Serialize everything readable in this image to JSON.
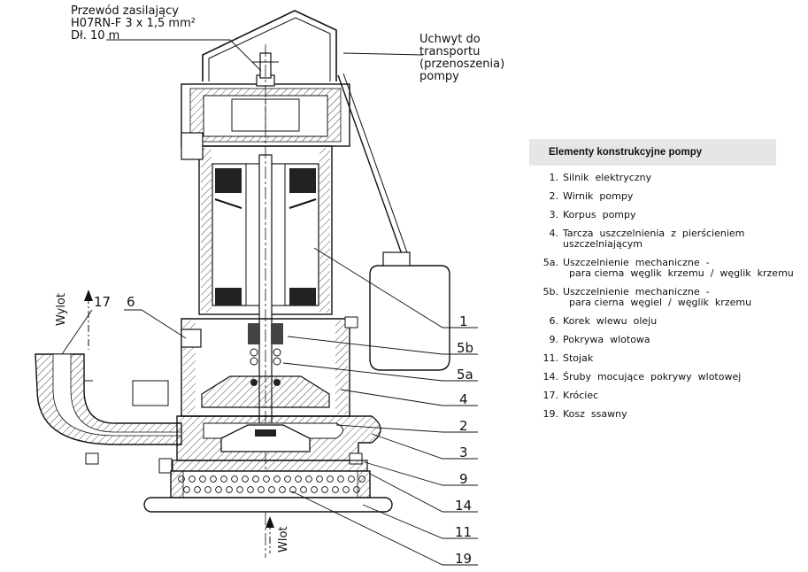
{
  "callouts": {
    "cable": "Przewód zasilający\nH07RN-F 3 x 1,5 mm²\nDł. 10 m",
    "handle": "Uchwyt do\ntransportu\n(przenoszenia)\npompy"
  },
  "flow": {
    "outlet": "Wylot",
    "inlet": "Wlot"
  },
  "part_numbers": {
    "p17": "17",
    "p6": "6",
    "p1": "1",
    "p5b": "5b",
    "p5a": "5a",
    "p4": "4",
    "p2": "2",
    "p3": "3",
    "p9": "9",
    "p14": "14",
    "p11": "11",
    "p19": "19"
  },
  "legend": {
    "title": "Elementy  konstrukcyjne  pompy",
    "items": [
      {
        "key": "1.",
        "text": "Silnik  elektryczny"
      },
      {
        "key": "2.",
        "text": "Wirnik  pompy"
      },
      {
        "key": "3.",
        "text": "Korpus  pompy"
      },
      {
        "key": "4.",
        "text": "Tarcza  uszczelnienia  z  pierścieniem\nuszczelniającym"
      },
      {
        "key": "5a.",
        "text": "Uszczelnienie  mechaniczne  -\n  para cierna  węglik  krzemu  /  węglik  krzemu"
      },
      {
        "key": "5b.",
        "text": "Uszczelnienie  mechaniczne  -\n  para cierna  węgiel  /  węglik  krzemu"
      },
      {
        "key": "6.",
        "text": "Korek  wlewu  oleju"
      },
      {
        "key": "9.",
        "text": "Pokrywa  wlotowa"
      },
      {
        "key": "11.",
        "text": "Stojak"
      },
      {
        "key": "14.",
        "text": "Śruby  mocujące  pokrywy  wlotowej"
      },
      {
        "key": "17.",
        "text": "Króciec"
      },
      {
        "key": "19.",
        "text": "Kosz  ssawny"
      }
    ]
  }
}
